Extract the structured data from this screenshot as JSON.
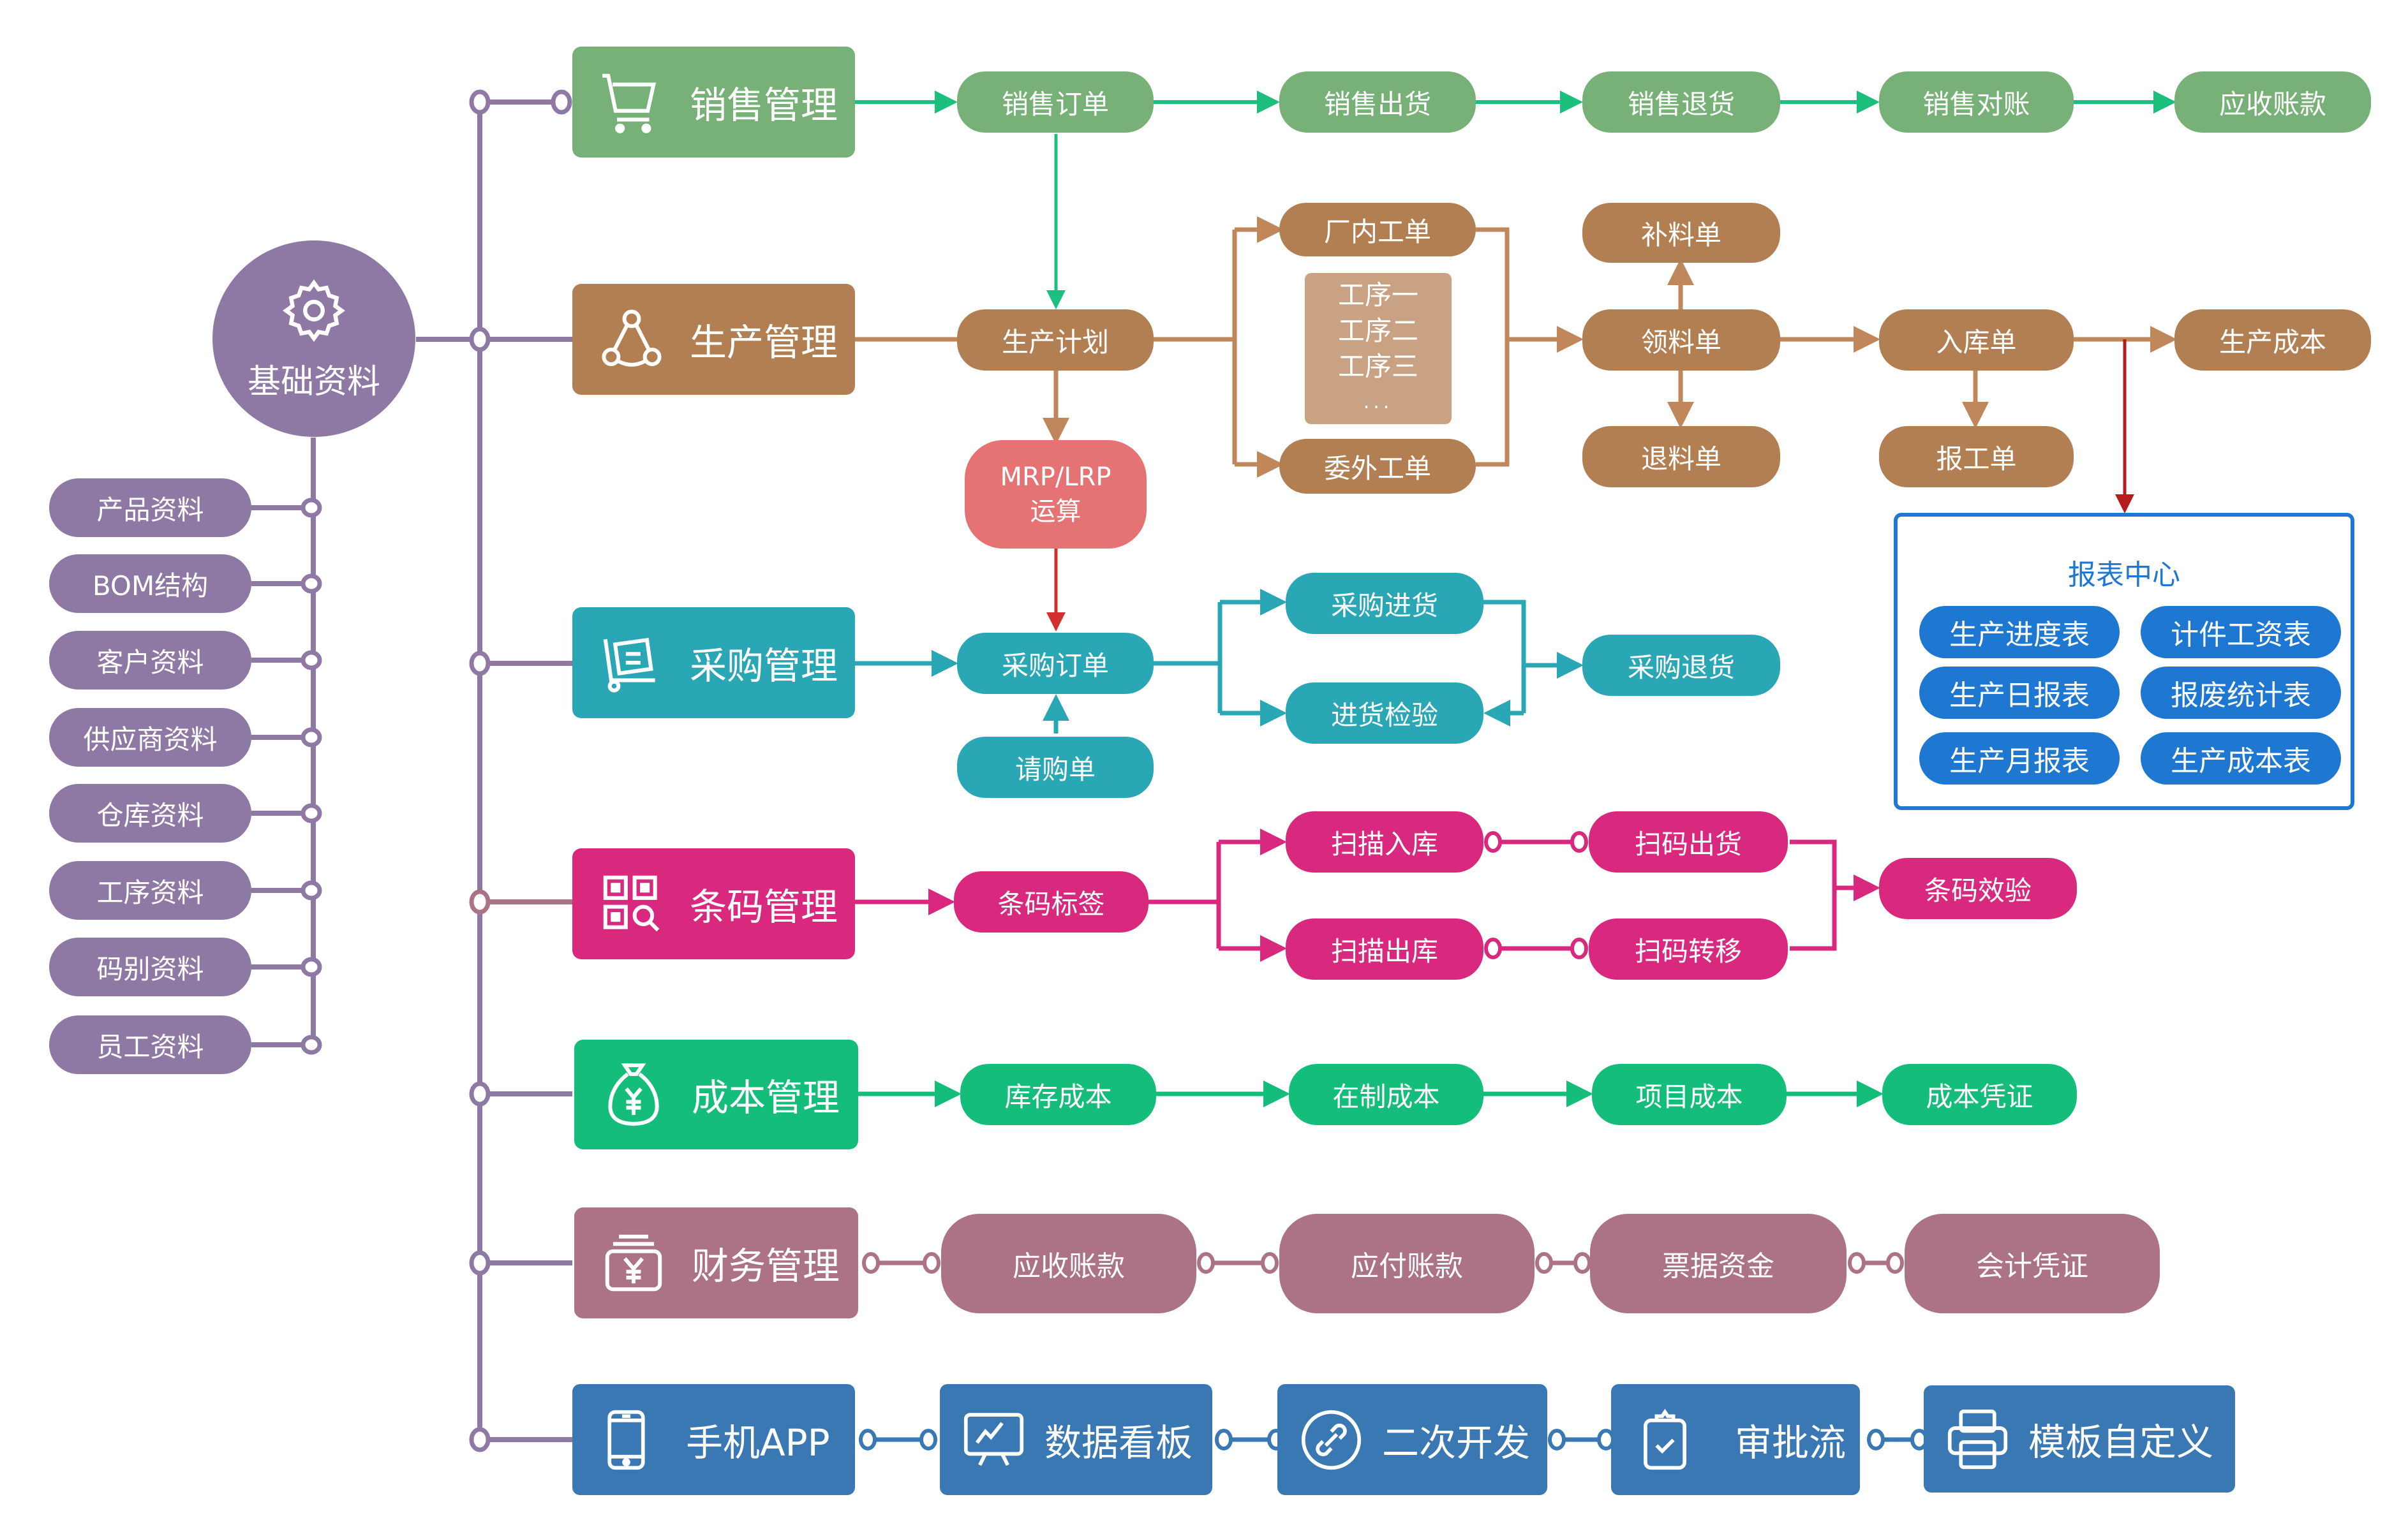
{
  "colors": {
    "base": "#8e79a5",
    "sales": "#77b177",
    "sales_line": "#1dbf7f",
    "production": "#b27f52",
    "production_light": "#c8a283",
    "mrp": "#e57373",
    "mrp_line": "#d32f2f",
    "purchase": "#2aa7b4",
    "barcode": "#d9297e",
    "cost": "#15bd7a",
    "finance": "#ac7285",
    "mobile": "#3a78b4",
    "report": "#1e78d2"
  },
  "root": {
    "label": "基础资料",
    "icon": "gear-icon"
  },
  "base_items": [
    "产品资料",
    "BOM结构",
    "客户资料",
    "供应商资料",
    "仓库资料",
    "工序资料",
    "码别资料",
    "员工资料"
  ],
  "modules": {
    "sales": {
      "label": "销售管理",
      "icon": "shopping-cart-icon"
    },
    "production": {
      "label": "生产管理",
      "icon": "network-icon"
    },
    "purchase": {
      "label": "采购管理",
      "icon": "trolley-icon"
    },
    "barcode": {
      "label": "条码管理",
      "icon": "qr-scan-icon"
    },
    "cost": {
      "label": "成本管理",
      "icon": "money-bag-icon"
    },
    "finance": {
      "label": "财务管理",
      "icon": "yuan-box-icon"
    },
    "mobile": {
      "label": "手机APP",
      "icon": "smartphone-icon"
    }
  },
  "sales_flow": [
    "销售订单",
    "销售出货",
    "销售退货",
    "销售对账",
    "应收账款"
  ],
  "production_flow": {
    "plan": "生产计划",
    "inhouse": "厂内工单",
    "outsource": "委外工单",
    "processes": [
      "工序一",
      "工序二",
      "工序三",
      "..."
    ],
    "supplement": "补料单",
    "picking": "领料单",
    "return": "退料单",
    "storage": "入库单",
    "report": "报工单",
    "cost": "生产成本"
  },
  "mrp": {
    "line1": "MRP/LRP",
    "line2": "运算"
  },
  "report_center": {
    "title": "报表中心",
    "items": [
      "生产进度表",
      "计件工资表",
      "生产日报表",
      "报废统计表",
      "生产月报表",
      "生产成本表"
    ]
  },
  "purchase_flow": {
    "order": "采购订单",
    "request": "请购单",
    "receive": "采购进货",
    "inspect": "进货检验",
    "return": "采购退货"
  },
  "barcode_flow": {
    "label": "条码标签",
    "scan_in": "扫描入库",
    "scan_out": "扫描出库",
    "scan_ship": "扫码出货",
    "scan_transfer": "扫码转移",
    "verify": "条码效验"
  },
  "cost_flow": [
    "库存成本",
    "在制成本",
    "项目成本",
    "成本凭证"
  ],
  "finance_flow": [
    "应收账款",
    "应付账款",
    "票据资金",
    "会计凭证"
  ],
  "mobile_flow": [
    {
      "label": "数据看板",
      "icon": "dashboard-chart-icon"
    },
    {
      "label": "二次开发",
      "icon": "link-icon"
    },
    {
      "label": "审批流",
      "icon": "clipboard-check-icon"
    },
    {
      "label": "模板自定义",
      "icon": "printer-icon"
    }
  ]
}
